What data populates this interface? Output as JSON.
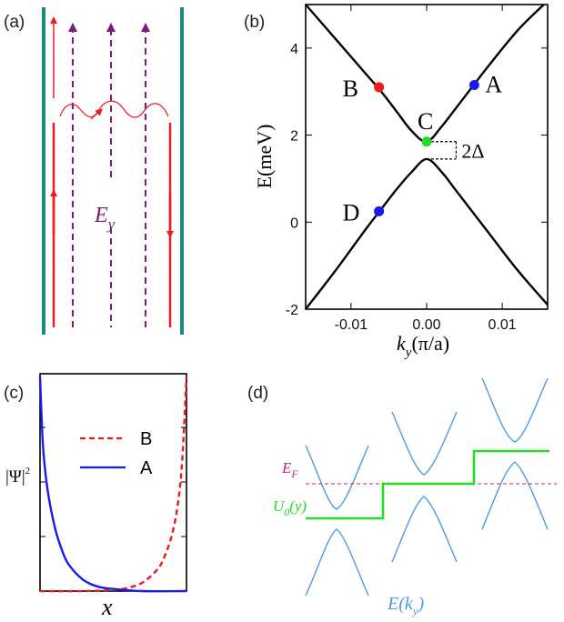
{
  "panels": {
    "a": {
      "label": "(a)",
      "field_symbol": "E",
      "field_subscript": "y",
      "colors": {
        "wall": "#1b8a80",
        "edge": "#ee1b24",
        "field": "#7d1a7d"
      }
    },
    "b": {
      "label": "(b)",
      "chart_data": {
        "type": "line",
        "xlabel_symbol": "k",
        "xlabel_subscript": "y",
        "xlabel_unit": "(π/a)",
        "ylabel": "E(meV)",
        "xlim": [
          -0.016,
          0.016
        ],
        "ylim": [
          -2,
          5
        ],
        "xticks": [
          "-0.01",
          "0.00",
          "0.01"
        ],
        "yticks": [
          "-2",
          "0",
          "2",
          "4"
        ],
        "gap_label": "2Δ",
        "gap_edges": [
          1.45,
          1.85
        ],
        "upper_band": [
          {
            "k": -0.016,
            "E": 5.0
          },
          {
            "k": -0.012,
            "E": 4.2
          },
          {
            "k": -0.008,
            "E": 3.4
          },
          {
            "k": -0.006,
            "E": 3.0
          },
          {
            "k": -0.004,
            "E": 2.55
          },
          {
            "k": -0.002,
            "E": 2.1
          },
          {
            "k": 0.0,
            "E": 1.85
          },
          {
            "k": 0.002,
            "E": 2.2
          },
          {
            "k": 0.004,
            "E": 2.65
          },
          {
            "k": 0.006,
            "E": 3.1
          },
          {
            "k": 0.008,
            "E": 3.55
          },
          {
            "k": 0.012,
            "E": 4.4
          },
          {
            "k": 0.0155,
            "E": 5.0
          }
        ],
        "lower_band": [
          {
            "k": -0.016,
            "E": -2.0
          },
          {
            "k": -0.012,
            "E": -1.1
          },
          {
            "k": -0.008,
            "E": -0.15
          },
          {
            "k": -0.006,
            "E": 0.3
          },
          {
            "k": -0.004,
            "E": 0.75
          },
          {
            "k": -0.002,
            "E": 1.15
          },
          {
            "k": 0.0,
            "E": 1.45
          },
          {
            "k": 0.002,
            "E": 1.15
          },
          {
            "k": 0.004,
            "E": 0.7
          },
          {
            "k": 0.008,
            "E": -0.2
          },
          {
            "k": 0.012,
            "E": -1.1
          },
          {
            "k": 0.016,
            "E": -1.9
          }
        ],
        "points": [
          {
            "label": "A",
            "k": 0.0063,
            "E": 3.15,
            "color": "#1a1aee"
          },
          {
            "label": "B",
            "k": -0.0063,
            "E": 3.1,
            "color": "#ee1b1b"
          },
          {
            "label": "C",
            "k": 0.0,
            "E": 1.85,
            "color": "#22dd22"
          },
          {
            "label": "D",
            "k": -0.0063,
            "E": 0.25,
            "color": "#1a1aee"
          }
        ]
      }
    },
    "c": {
      "label": "(c)",
      "ylabel": "|Ψ|",
      "ylabel_sup": "2",
      "xlabel": "x",
      "chart_data": {
        "type": "line",
        "series": [
          {
            "name": "B",
            "color": "#ee1b1b",
            "style": "dashed",
            "x": [
              0,
              0.3,
              0.5,
              0.6,
              0.7,
              0.8,
              0.85,
              0.9,
              0.94,
              0.97,
              1.0
            ],
            "y": [
              0.0,
              0.0,
              0.005,
              0.015,
              0.04,
              0.1,
              0.16,
              0.26,
              0.4,
              0.6,
              1.0
            ]
          },
          {
            "name": "A",
            "color": "#1a1aee",
            "style": "solid",
            "x": [
              0,
              0.02,
              0.05,
              0.1,
              0.15,
              0.2,
              0.3,
              0.4,
              0.5,
              0.7,
              1.0
            ],
            "y": [
              1.0,
              0.68,
              0.48,
              0.3,
              0.19,
              0.12,
              0.05,
              0.02,
              0.01,
              0.0,
              0.0
            ]
          }
        ]
      }
    },
    "d": {
      "label": "(d)",
      "fermi_label": "E",
      "fermi_subscript": "F",
      "potential_label": "U",
      "potential_subscript": "0",
      "potential_arg": "(y)",
      "dispersion_label": "E(k",
      "dispersion_subscript": "y",
      "dispersion_close": ")",
      "colors": {
        "band": "#4a9be8",
        "potential": "#22dd22",
        "fermi": "#cc1f7a"
      }
    }
  }
}
